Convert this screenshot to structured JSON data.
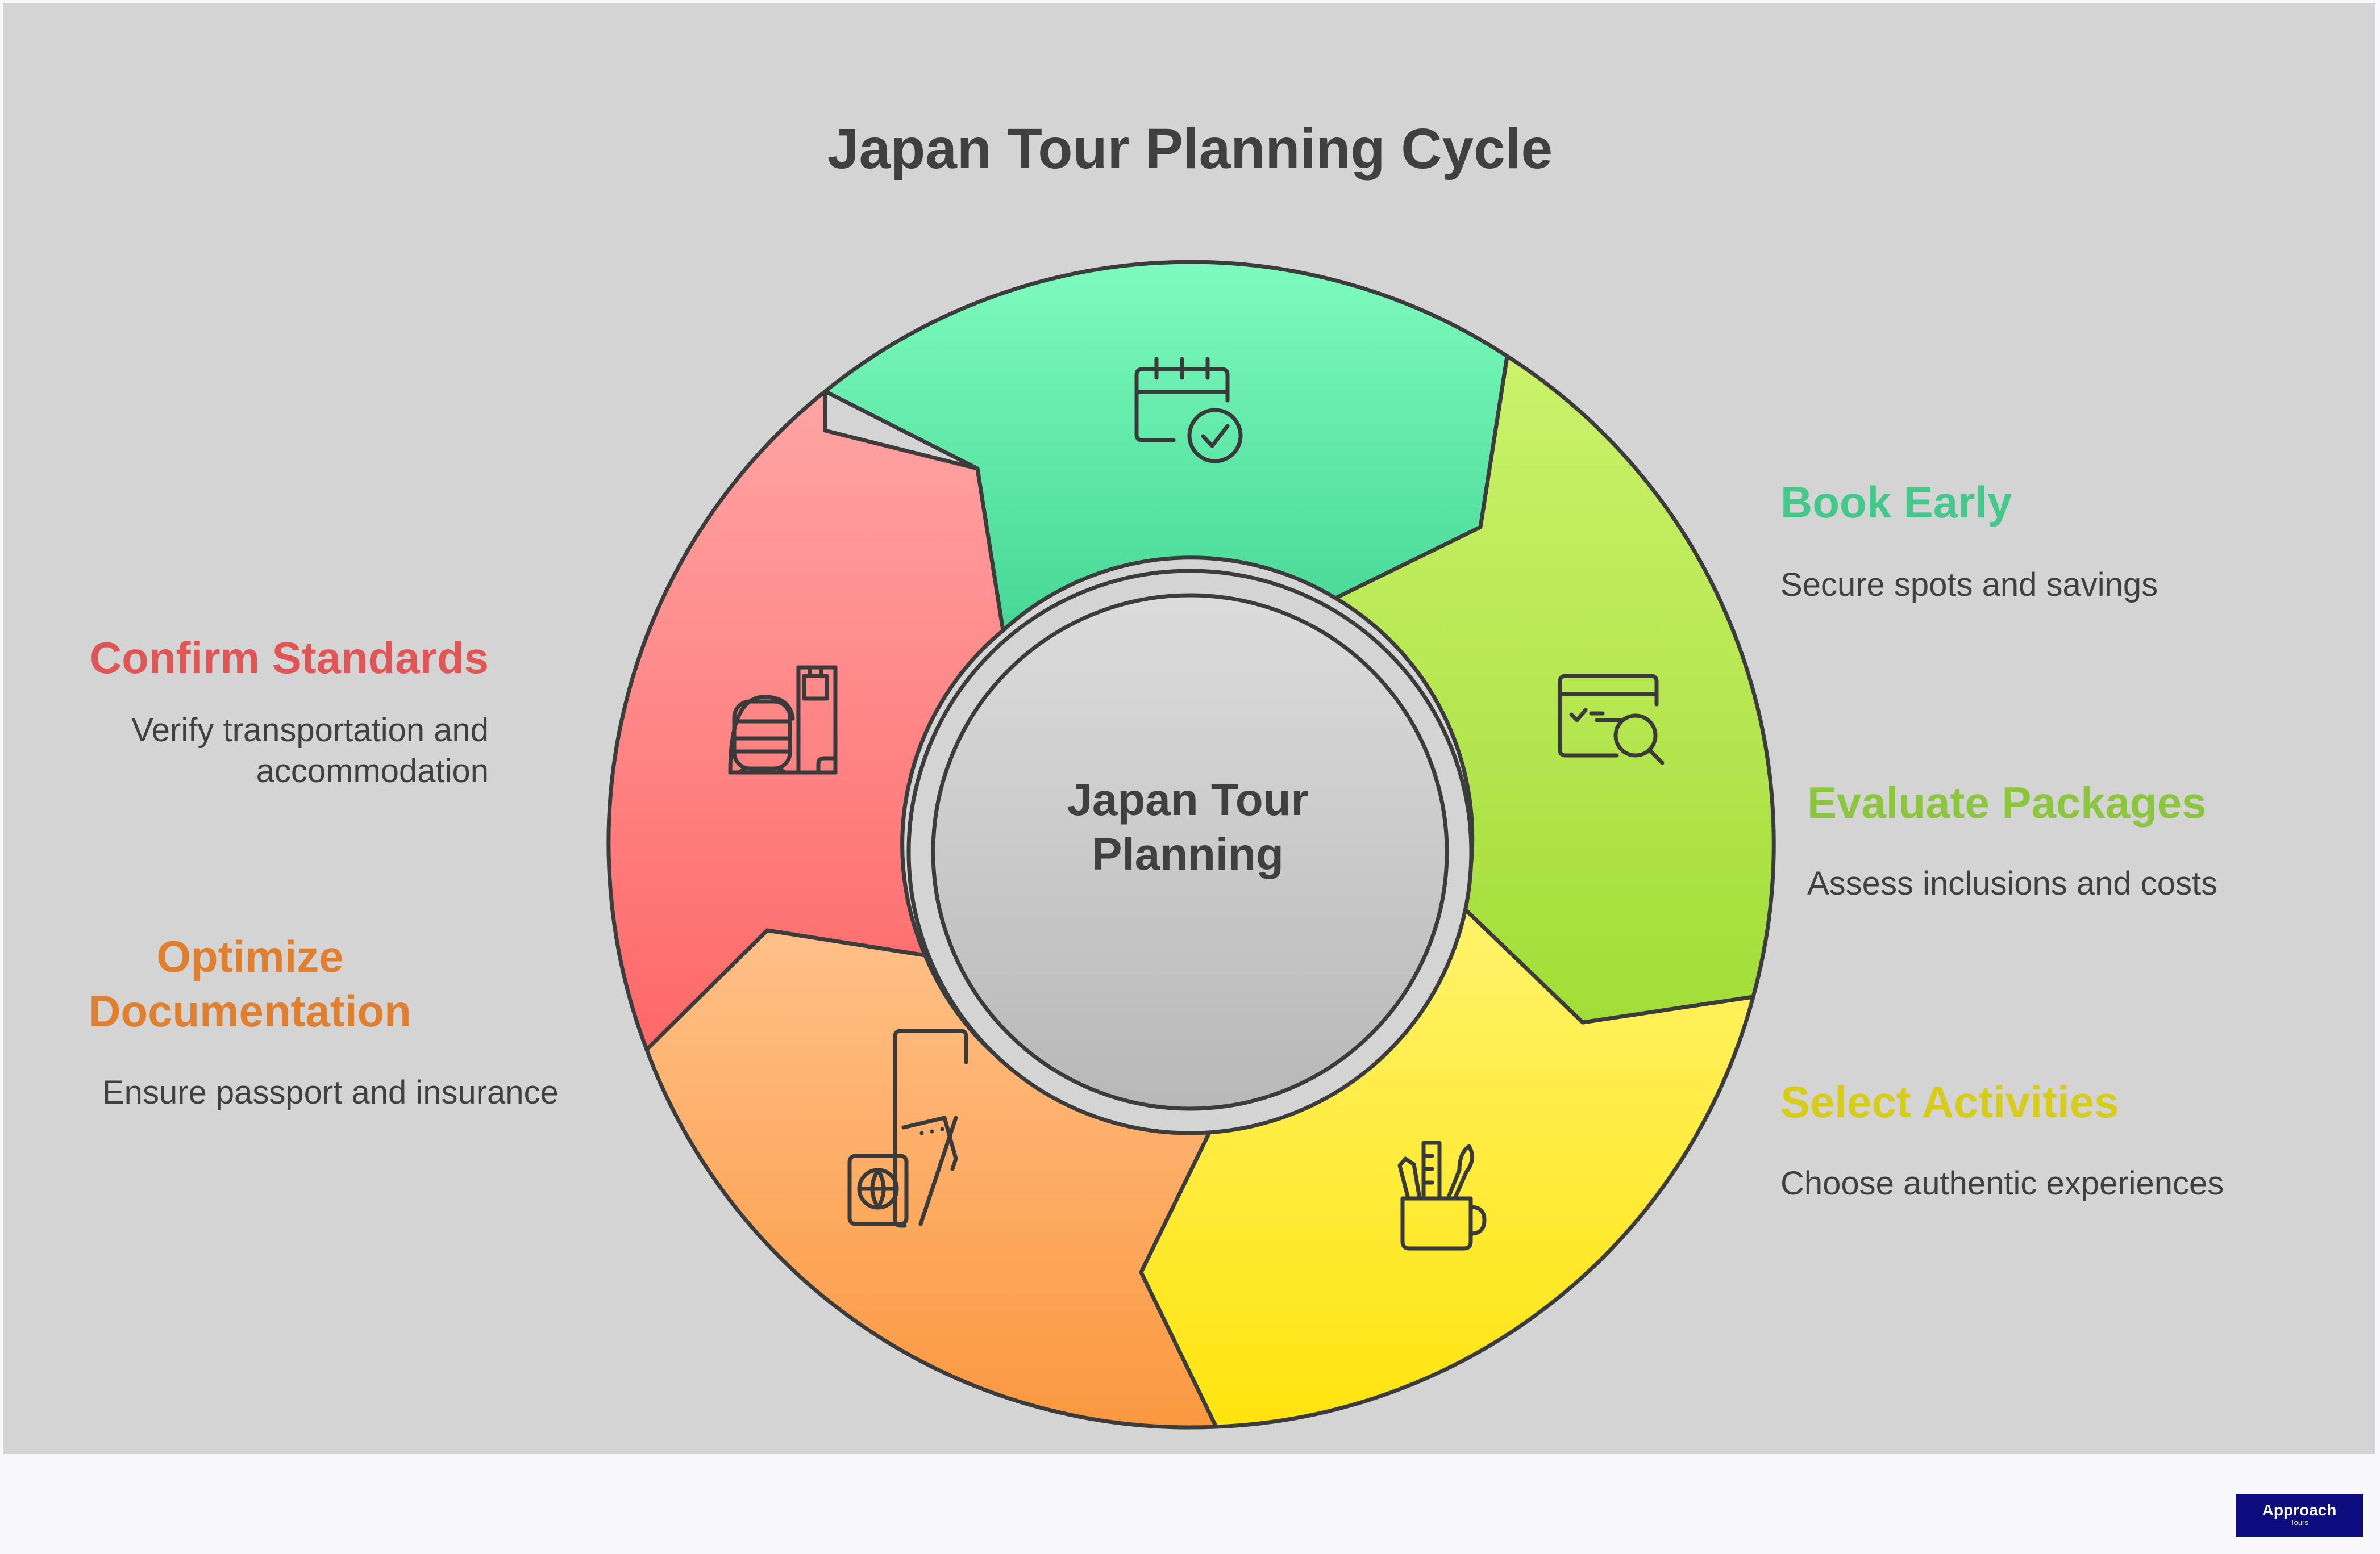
{
  "title": "Japan Tour Planning Cycle",
  "center": {
    "line1": "Japan Tour",
    "line2": "Planning"
  },
  "colors": {
    "background": "#d4d4d4",
    "book_early": "#4ac88d",
    "evaluate_packages": "#8cc63f",
    "select_activities": "#d4c81a",
    "optimize_documentation": "#e0802f",
    "confirm_standards": "#e05555"
  },
  "stages": [
    {
      "id": "book-early",
      "title": "Book Early",
      "description": "Secure spots and savings",
      "icon": "calendar-check-icon"
    },
    {
      "id": "evaluate-packages",
      "title": "Evaluate Packages",
      "description": "Assess inclusions and costs",
      "icon": "browser-search-icon"
    },
    {
      "id": "select-activities",
      "title": "Select Activities",
      "description": "Choose authentic experiences",
      "icon": "art-supplies-mug-icon"
    },
    {
      "id": "optimize-documentation",
      "title_line1": "Optimize",
      "title_line2": "Documentation",
      "description": "Ensure passport and insurance",
      "icon": "passport-ticket-icon"
    },
    {
      "id": "confirm-standards",
      "title": "Confirm Standards",
      "description_line1": "Verify transportation and",
      "description_line2": "accommodation",
      "icon": "train-luggage-icon"
    }
  ],
  "logo": {
    "line1": "Approach",
    "line2": "Tours"
  }
}
